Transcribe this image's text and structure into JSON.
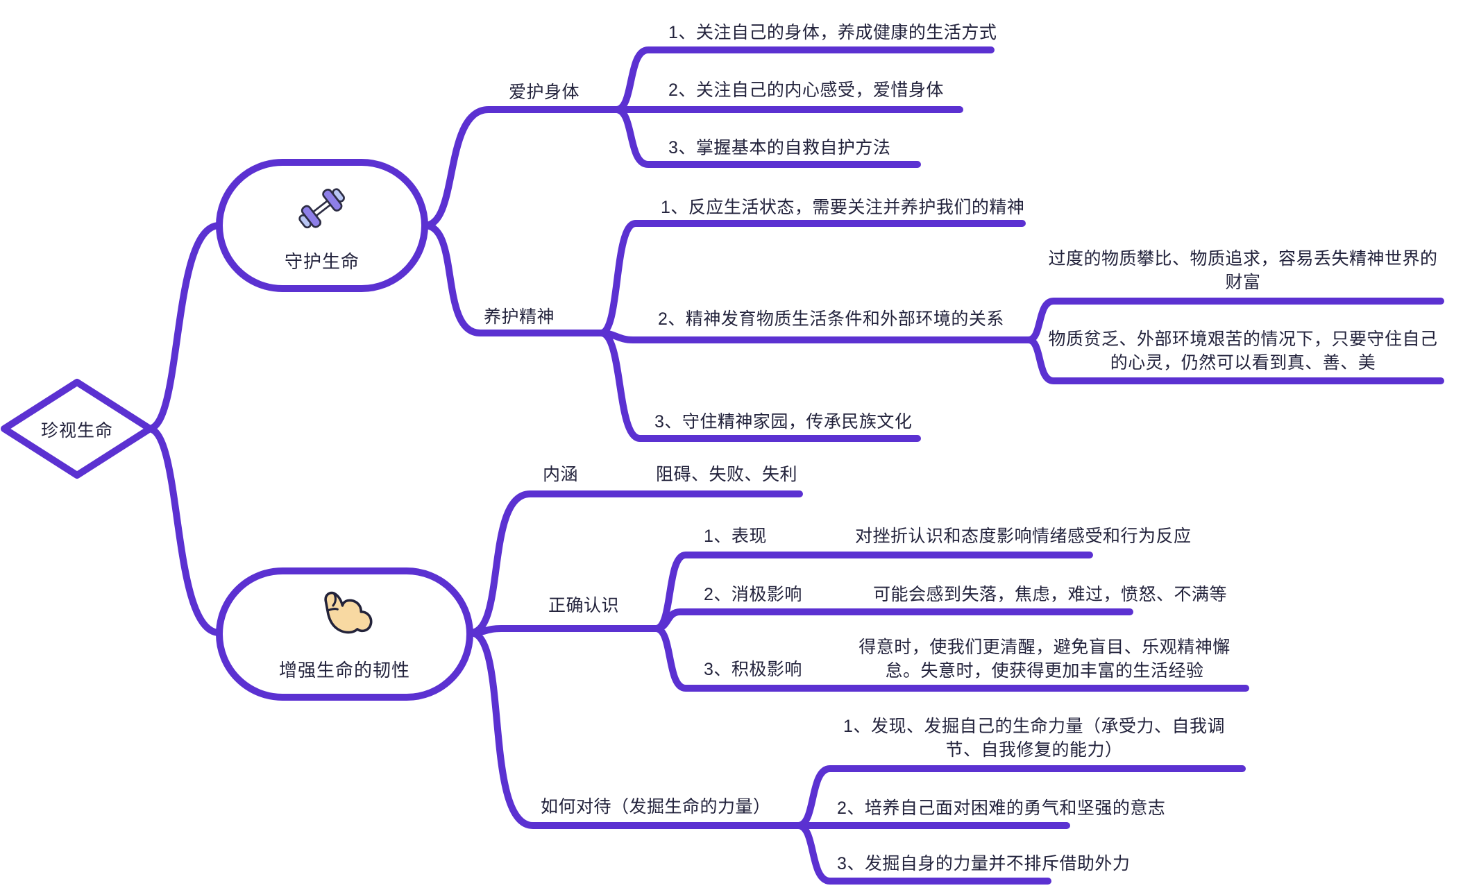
{
  "colors": {
    "line": "#5b31d1",
    "text": "#23233c",
    "node_fill": "#ffffff"
  },
  "root": {
    "label": "珍视生命"
  },
  "guard": {
    "label": "守护生命",
    "icon": "dumbbell",
    "body": {
      "label": "爱护身体",
      "items": [
        "1、关注自己的身体，养成健康的生活方式",
        "2、关注自己的内心感受，爱惜身体",
        "3、掌握基本的自救自护方法"
      ]
    },
    "spirit": {
      "label": "养护精神",
      "items": [
        "1、反应生活状态，需要关注并养护我们的精神",
        "2、精神发育物质生活条件和外部环境的关系",
        "3、守住精神家园，传承民族文化"
      ],
      "notes": [
        "过度的物质攀比、物质追求，容易丢失精神世界的财富",
        "物质贫乏、外部环境艰苦的情况下，只要守住自己的心灵，仍然可以看到真、善、美"
      ]
    }
  },
  "resilience": {
    "label": "增强生命的韧性",
    "icon": "flexed-biceps",
    "connotation": {
      "label": "内涵",
      "value": "阻碍、失败、失利"
    },
    "understanding": {
      "label": "正确认识",
      "rows": [
        {
          "key": "1、表现",
          "value": "对挫折认识和态度影响情绪感受和行为反应"
        },
        {
          "key": "2、消极影响",
          "value": "可能会感到失落，焦虑，难过，愤怒、不满等"
        },
        {
          "key": "3、积极影响",
          "value": "得意时，使我们更清醒，避免盲目、乐观精神懈怠。失意时，使获得更加丰富的生活经验"
        }
      ]
    },
    "approach": {
      "label": "如何对待（发掘生命的力量）",
      "items": [
        "1、发现、发掘自己的生命力量（承受力、自我调节、自我修复的能力）",
        "2、培养自己面对困难的勇气和坚强的意志",
        "3、发掘自身的力量并不排斥借助外力"
      ]
    }
  }
}
